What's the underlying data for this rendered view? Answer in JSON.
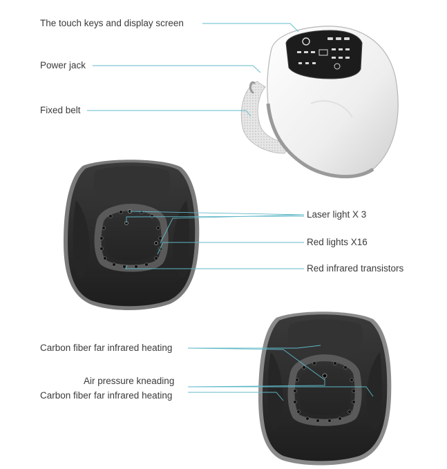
{
  "colors": {
    "leader_line": "#5fb8c8",
    "label_text": "#3a3a3a",
    "device_shell": "#f2f2f2",
    "device_trim": "#9a9a9a",
    "pad_dark": "#2b2b2b",
    "red_light": "#c0392b"
  },
  "top_device": {
    "callouts": [
      {
        "id": "touch-keys",
        "text": "The touch keys and display screen"
      },
      {
        "id": "power-jack",
        "text": "Power jack"
      },
      {
        "id": "fixed-belt",
        "text": "Fixed belt"
      }
    ]
  },
  "middle_device": {
    "callouts": [
      {
        "id": "laser-light",
        "text": "Laser light X 3"
      },
      {
        "id": "red-lights",
        "text": "Red lights X16"
      },
      {
        "id": "red-infrared",
        "text": "Red infrared transistors"
      }
    ]
  },
  "bottom_device": {
    "callouts": [
      {
        "id": "carbon-fiber-1",
        "text": "Carbon fiber far infrared heating"
      },
      {
        "id": "air-pressure",
        "text": "Air pressure kneading"
      },
      {
        "id": "carbon-fiber-2",
        "text": "Carbon fiber far infrared heating"
      }
    ]
  }
}
